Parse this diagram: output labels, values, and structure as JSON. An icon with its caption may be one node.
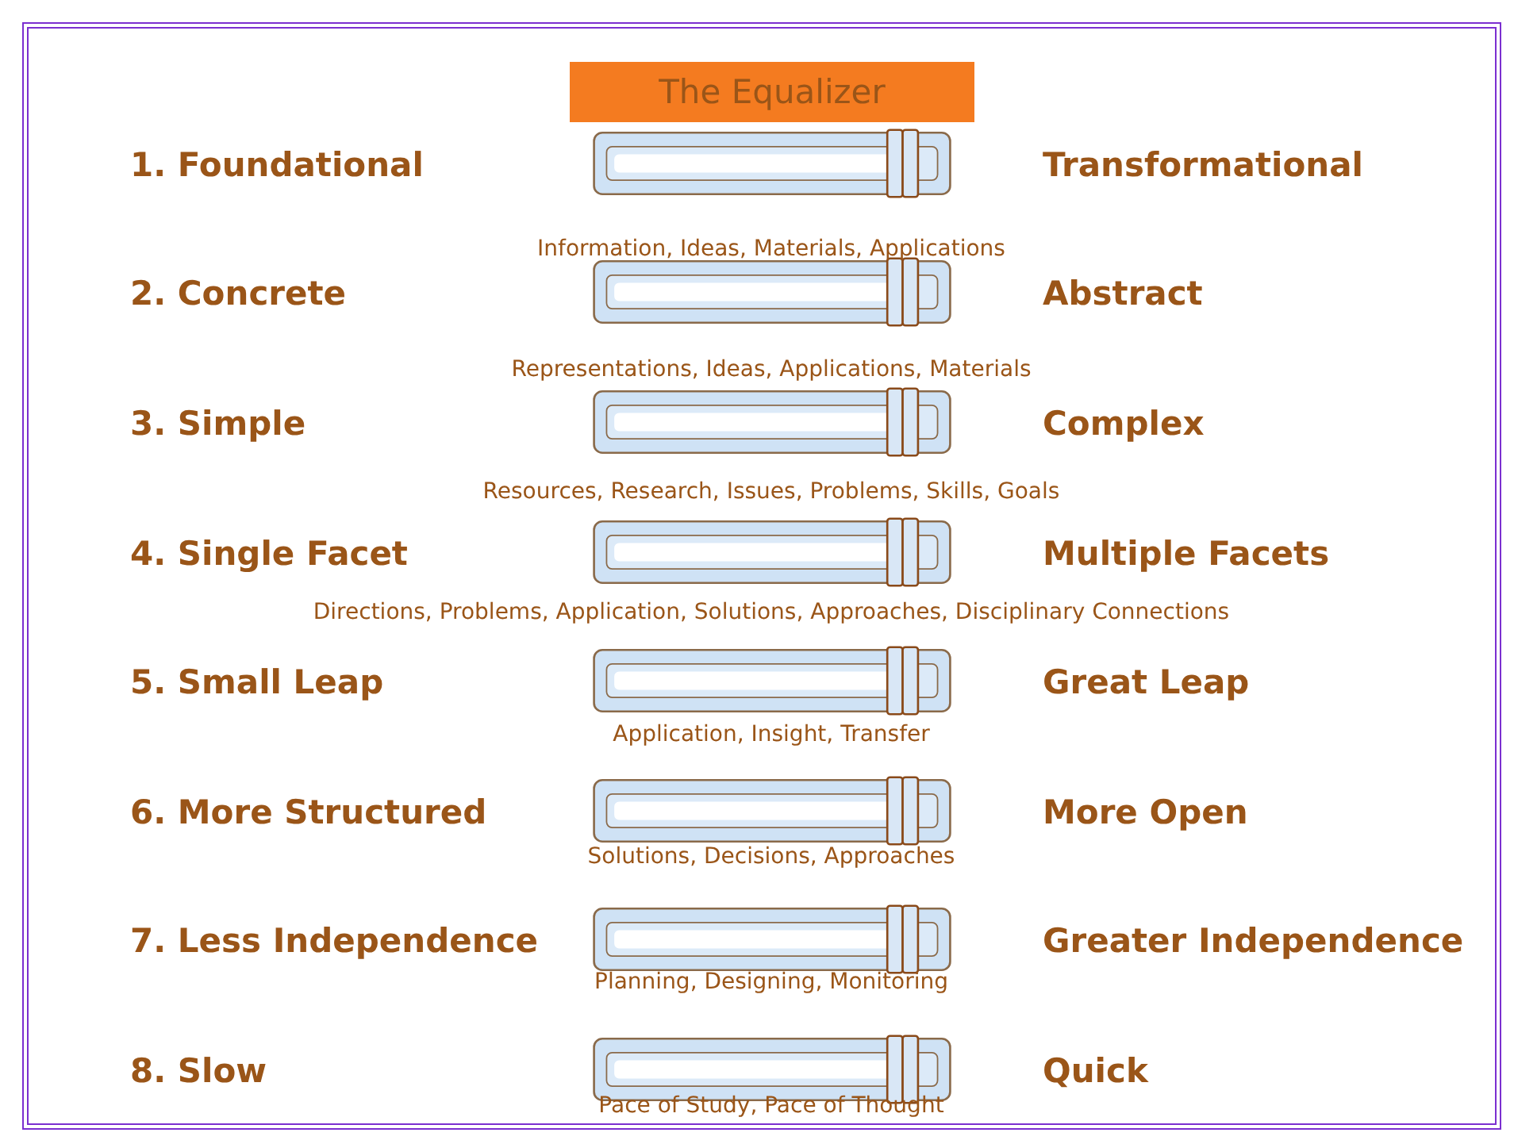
{
  "diagram": {
    "title": "The Equalizer",
    "labels": [
      "1. Foundational",
      "Transformational",
      "Information, Ideas, Materials, Applications",
      "2. Concrete",
      "Abstract",
      "Representations, Ideas, Applications, Materials",
      "3. Simple",
      "Complex",
      "Resources, Research, Issues, Problems, Skills, Goals",
      "4. Single Facet",
      "Multiple Facets",
      "Directions, Problems, Application, Solutions, Approaches, Disciplinary Connections",
      "5. Small Leap",
      "Great Leap",
      "Application, Insight, Transfer",
      "6. More Structured",
      "More Open",
      "Solutions, Decisions, Approaches",
      "7. Less Independence",
      "Greater Independence",
      "Planning, Designing, Monitoring",
      "8. Slow",
      "Quick",
      "Pace of Study, Pace of Thought"
    ]
  }
}
